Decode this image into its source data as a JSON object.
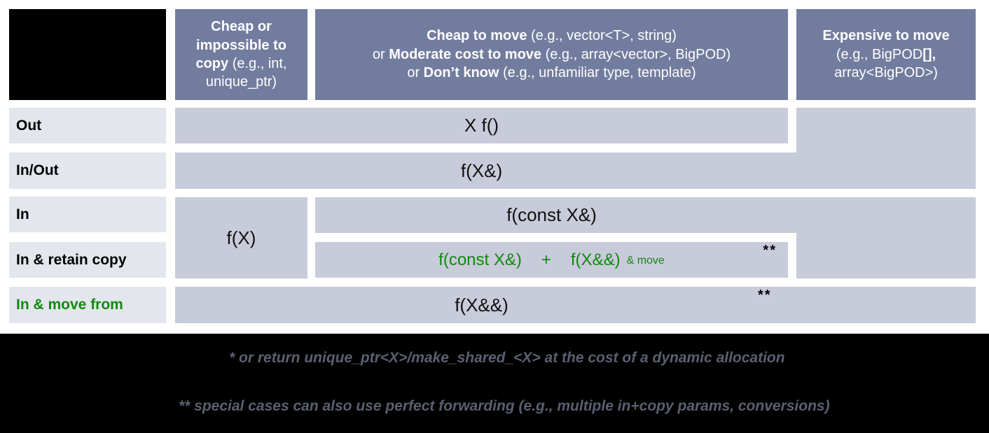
{
  "colors": {
    "header_bg": "#727c9e",
    "cell_bg": "#c8cbd9",
    "row_label_bg": "#e3e6ec",
    "green_accent": "#108a10",
    "footnote_text": "#5a6070",
    "black": "#000000"
  },
  "table": {
    "col_headers": [
      {
        "parts": [
          {
            "t": "Cheap or impossible to copy"
          },
          {
            "t": " (e.g., int, unique_ptr)"
          }
        ]
      },
      {
        "lines": [
          {
            "parts": [
              {
                "t": "Cheap to move"
              },
              {
                "t": " (e.g., vector<T>, string)"
              }
            ]
          },
          {
            "parts": [
              {
                "t": "or "
              },
              {
                "t": "Moderate cost to move"
              },
              {
                "t": " (e.g., array<vector>, BigPOD)"
              }
            ]
          },
          {
            "parts": [
              {
                "t": "or "
              },
              {
                "t": "Don’t know"
              },
              {
                "t": " (e.g., unfamiliar type, template)"
              }
            ]
          }
        ]
      },
      {
        "lines": [
          {
            "parts": [
              {
                "t": "Expensive to move"
              }
            ]
          },
          {
            "parts": [
              {
                "t": "(e.g., BigPOD"
              },
              {
                "t": "[],"
              }
            ]
          },
          {
            "parts": [
              {
                "t": "array<BigPOD>)"
              }
            ]
          }
        ]
      }
    ],
    "row_headers": [
      "Out",
      "In/Out",
      "In",
      "In & retain copy",
      "In & move from"
    ],
    "cells": {
      "out": "X f()",
      "inout": "f(X&)",
      "in_col1": "f(X)",
      "in": "f(const X&)",
      "retain": {
        "a": "f(const X&)",
        "plus": "+",
        "b": "f(X&&)",
        "suffix": "& move",
        "marker": "**"
      },
      "movefrom": {
        "text": "f(X&&)",
        "marker": "**"
      }
    }
  },
  "footnotes": [
    "* or return unique_ptr<X>/make_shared_<X> at the cost of a dynamic allocation",
    "** special cases can also use perfect forwarding (e.g., multiple in+copy params, conversions)"
  ]
}
